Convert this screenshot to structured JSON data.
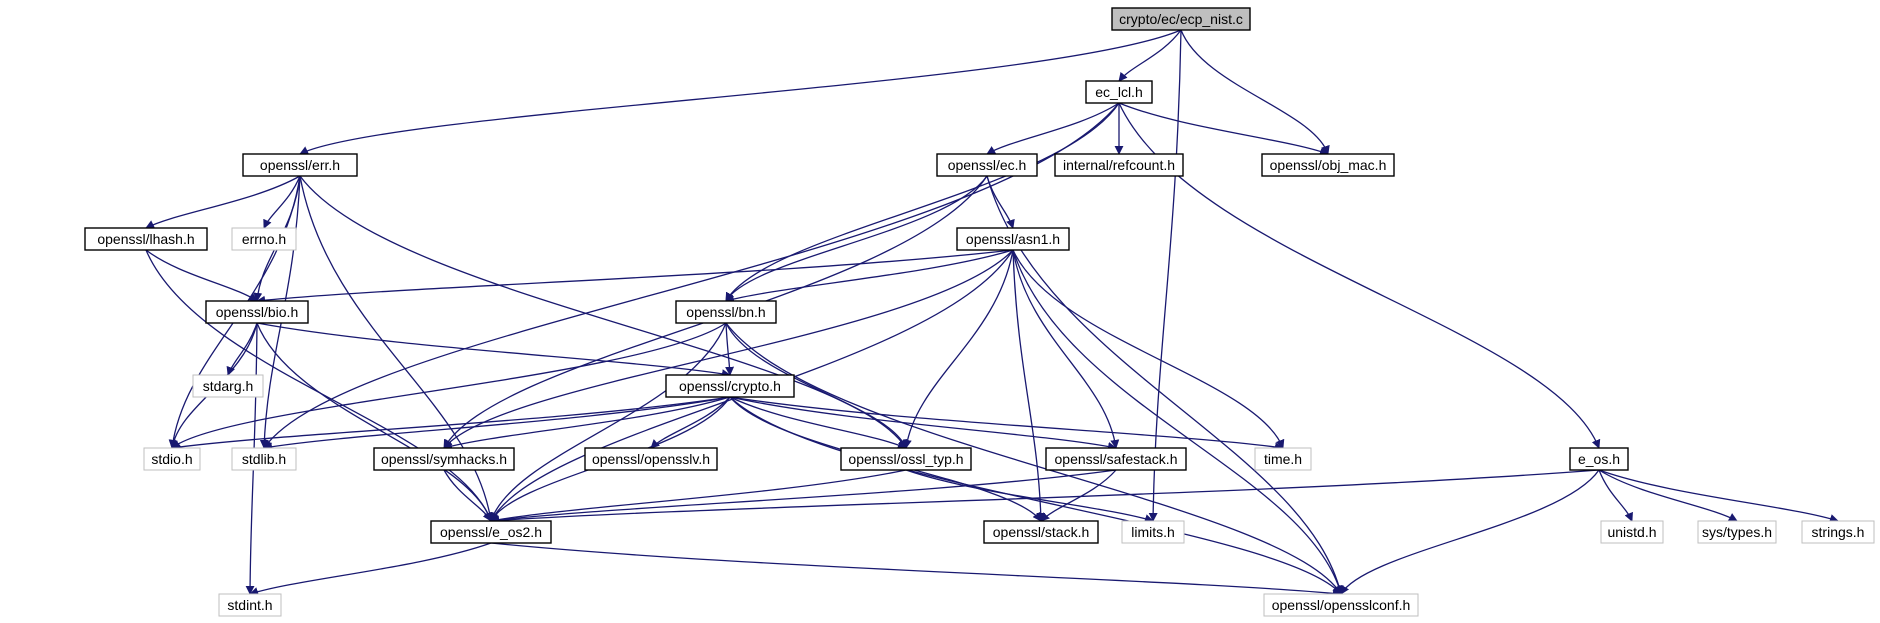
{
  "graph": {
    "root": "crypto/ec/ecp_nist.c",
    "nodes": [
      {
        "id": "root",
        "label": "crypto/ec/ecp_nist.c",
        "kind": "root"
      },
      {
        "id": "ec_lcl",
        "label": "ec_lcl.h",
        "kind": "documented"
      },
      {
        "id": "err",
        "label": "openssl/err.h",
        "kind": "documented"
      },
      {
        "id": "ec",
        "label": "openssl/ec.h",
        "kind": "documented"
      },
      {
        "id": "refcount",
        "label": "internal/refcount.h",
        "kind": "documented"
      },
      {
        "id": "obj_mac",
        "label": "openssl/obj_mac.h",
        "kind": "documented"
      },
      {
        "id": "lhash",
        "label": "openssl/lhash.h",
        "kind": "documented"
      },
      {
        "id": "errno",
        "label": "errno.h",
        "kind": "external"
      },
      {
        "id": "asn1",
        "label": "openssl/asn1.h",
        "kind": "documented"
      },
      {
        "id": "bio",
        "label": "openssl/bio.h",
        "kind": "documented"
      },
      {
        "id": "bn",
        "label": "openssl/bn.h",
        "kind": "documented"
      },
      {
        "id": "stdarg",
        "label": "stdarg.h",
        "kind": "external"
      },
      {
        "id": "crypto",
        "label": "openssl/crypto.h",
        "kind": "documented"
      },
      {
        "id": "stdio",
        "label": "stdio.h",
        "kind": "external"
      },
      {
        "id": "stdlib",
        "label": "stdlib.h",
        "kind": "external"
      },
      {
        "id": "symhacks",
        "label": "openssl/symhacks.h",
        "kind": "documented"
      },
      {
        "id": "opensslv",
        "label": "openssl/opensslv.h",
        "kind": "documented"
      },
      {
        "id": "ossl_typ",
        "label": "openssl/ossl_typ.h",
        "kind": "documented"
      },
      {
        "id": "safestack",
        "label": "openssl/safestack.h",
        "kind": "documented"
      },
      {
        "id": "time",
        "label": "time.h",
        "kind": "external"
      },
      {
        "id": "e_os",
        "label": "e_os.h",
        "kind": "documented"
      },
      {
        "id": "e_os2",
        "label": "openssl/e_os2.h",
        "kind": "documented"
      },
      {
        "id": "stack",
        "label": "openssl/stack.h",
        "kind": "documented"
      },
      {
        "id": "limits",
        "label": "limits.h",
        "kind": "external"
      },
      {
        "id": "unistd",
        "label": "unistd.h",
        "kind": "external"
      },
      {
        "id": "systypes",
        "label": "sys/types.h",
        "kind": "external"
      },
      {
        "id": "strings",
        "label": "strings.h",
        "kind": "external"
      },
      {
        "id": "stdint",
        "label": "stdint.h",
        "kind": "external"
      },
      {
        "id": "opensslconf",
        "label": "openssl/opensslconf.h",
        "kind": "external"
      }
    ],
    "edges": [
      [
        "root",
        "ec_lcl"
      ],
      [
        "root",
        "err"
      ],
      [
        "root",
        "obj_mac"
      ],
      [
        "root",
        "limits"
      ],
      [
        "ec_lcl",
        "ec"
      ],
      [
        "ec_lcl",
        "refcount"
      ],
      [
        "ec_lcl",
        "obj_mac"
      ],
      [
        "ec_lcl",
        "e_os"
      ],
      [
        "ec_lcl",
        "bn"
      ],
      [
        "ec_lcl",
        "stdlib"
      ],
      [
        "err",
        "lhash"
      ],
      [
        "err",
        "errno"
      ],
      [
        "err",
        "bio"
      ],
      [
        "err",
        "stdio"
      ],
      [
        "err",
        "stdlib"
      ],
      [
        "err",
        "e_os2"
      ],
      [
        "err",
        "ossl_typ"
      ],
      [
        "ec",
        "asn1"
      ],
      [
        "ec",
        "bn"
      ],
      [
        "ec",
        "symhacks"
      ],
      [
        "ec",
        "opensslconf"
      ],
      [
        "lhash",
        "bio"
      ],
      [
        "lhash",
        "e_os2"
      ],
      [
        "asn1",
        "bio"
      ],
      [
        "asn1",
        "bn"
      ],
      [
        "asn1",
        "symhacks"
      ],
      [
        "asn1",
        "ossl_typ"
      ],
      [
        "asn1",
        "safestack"
      ],
      [
        "asn1",
        "time"
      ],
      [
        "asn1",
        "e_os2"
      ],
      [
        "asn1",
        "stack"
      ],
      [
        "asn1",
        "opensslconf"
      ],
      [
        "bio",
        "stdarg"
      ],
      [
        "bio",
        "stdio"
      ],
      [
        "bio",
        "crypto"
      ],
      [
        "bio",
        "e_os2"
      ],
      [
        "bio",
        "stdint"
      ],
      [
        "bn",
        "crypto"
      ],
      [
        "bn",
        "stdio"
      ],
      [
        "bn",
        "ossl_typ"
      ],
      [
        "bn",
        "e_os2"
      ],
      [
        "bn",
        "opensslconf"
      ],
      [
        "crypto",
        "stdio"
      ],
      [
        "crypto",
        "stdlib"
      ],
      [
        "crypto",
        "symhacks"
      ],
      [
        "crypto",
        "opensslv"
      ],
      [
        "crypto",
        "ossl_typ"
      ],
      [
        "crypto",
        "safestack"
      ],
      [
        "crypto",
        "time"
      ],
      [
        "crypto",
        "e_os2"
      ],
      [
        "crypto",
        "stack"
      ],
      [
        "crypto",
        "opensslconf"
      ],
      [
        "symhacks",
        "e_os2"
      ],
      [
        "ossl_typ",
        "e_os2"
      ],
      [
        "ossl_typ",
        "limits"
      ],
      [
        "safestack",
        "stack"
      ],
      [
        "safestack",
        "e_os2"
      ],
      [
        "e_os",
        "e_os2"
      ],
      [
        "e_os",
        "unistd"
      ],
      [
        "e_os",
        "systypes"
      ],
      [
        "e_os",
        "strings"
      ],
      [
        "e_os",
        "opensslconf"
      ],
      [
        "e_os2",
        "stdint"
      ],
      [
        "e_os2",
        "opensslconf"
      ]
    ]
  },
  "colors": {
    "edge": "#191970",
    "root_fill": "#bfbfbf",
    "node_fill": "#ffffff",
    "documented_border": "#000000",
    "external_border": "#bfbfbf"
  }
}
